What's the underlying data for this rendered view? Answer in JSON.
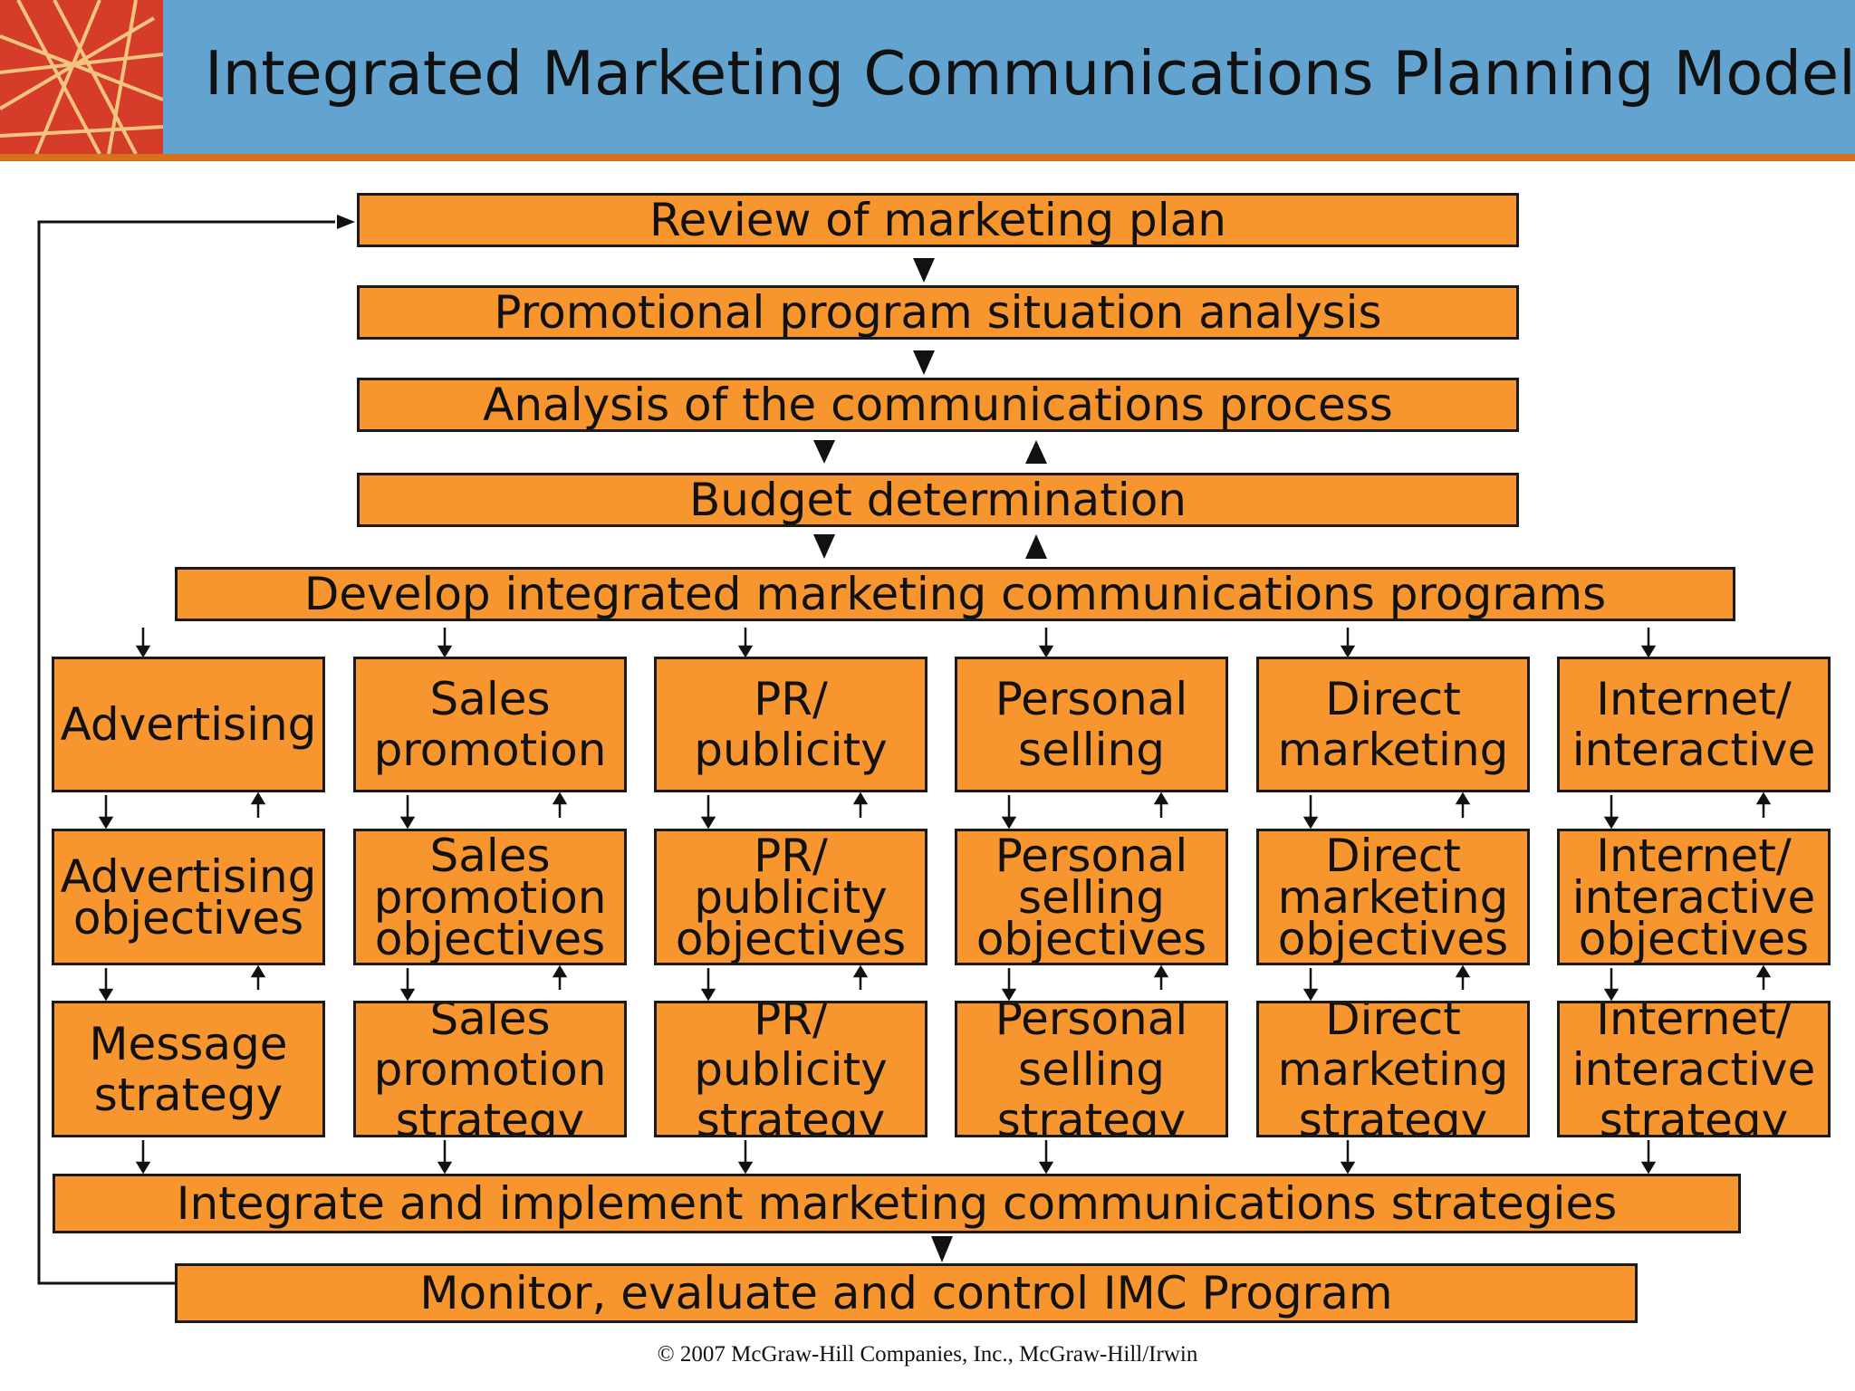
{
  "title": "Integrated Marketing Communications Planning Model",
  "steps": {
    "review": "Review of marketing plan",
    "situation": "Promotional program situation analysis",
    "communications": "Analysis of the communications process",
    "budget": "Budget determination",
    "develop": "Develop integrated marketing communications programs",
    "integrate": "Integrate and implement marketing communications strategies",
    "monitor": "Monitor, evaluate and control IMC Program"
  },
  "elements": [
    {
      "name": [
        "Advertising"
      ],
      "objectives": [
        "Advertising",
        "objectives"
      ],
      "strategy": [
        "Message",
        "strategy"
      ]
    },
    {
      "name": [
        "Sales",
        "promotion"
      ],
      "objectives": [
        "Sales",
        "promotion",
        "objectives"
      ],
      "strategy": [
        "Sales",
        "promotion",
        "strategy"
      ]
    },
    {
      "name": [
        "PR/",
        "publicity"
      ],
      "objectives": [
        "PR/",
        "publicity",
        "objectives"
      ],
      "strategy": [
        "PR/",
        "publicity",
        "strategy"
      ]
    },
    {
      "name": [
        "Personal",
        "selling"
      ],
      "objectives": [
        "Personal",
        "selling",
        "objectives"
      ],
      "strategy": [
        "Personal",
        "selling",
        "strategy"
      ]
    },
    {
      "name": [
        "Direct",
        "marketing"
      ],
      "objectives": [
        "Direct",
        "marketing",
        "objectives"
      ],
      "strategy": [
        "Direct",
        "marketing",
        "strategy"
      ]
    },
    {
      "name": [
        "Internet/",
        "interactive"
      ],
      "objectives": [
        "Internet/",
        "interactive",
        "objectives"
      ],
      "strategy": [
        "Internet/",
        "interactive",
        "strategy"
      ]
    }
  ],
  "copyright": "© 2007 McGraw-Hill Companies, Inc., McGraw-Hill/Irwin",
  "colors": {
    "header": "#63a3d0",
    "header_rule": "#d6721e",
    "box_fill": "#f7952f",
    "logo": "#d63c2a"
  }
}
